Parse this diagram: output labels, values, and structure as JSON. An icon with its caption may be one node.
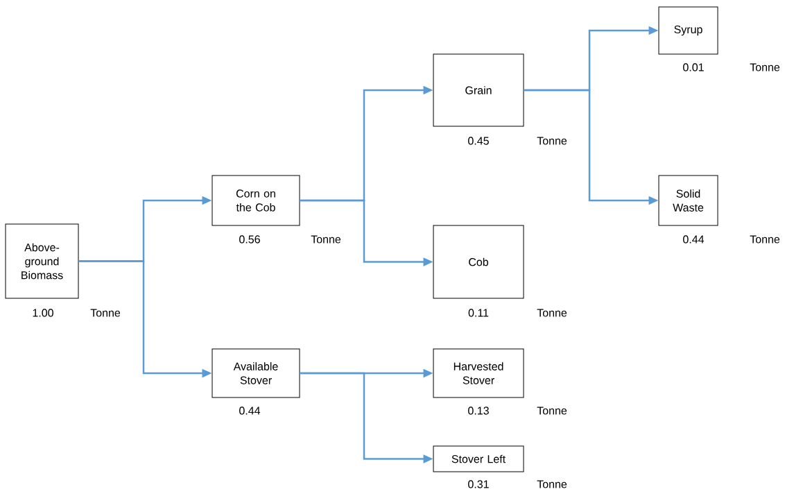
{
  "diagram": {
    "nodes": [
      {
        "text": [
          "Above-ground Biomass"
        ],
        "beside": [
          "1.00",
          "Tonne"
        ]
      },
      {
        "text": [
          "Corn on the Cob"
        ],
        "beside": [
          "0.56",
          "Tonne"
        ]
      },
      {
        "text": [
          "Available Stover"
        ],
        "beside": [
          "0.44"
        ]
      },
      {
        "text": [
          "Grain"
        ],
        "beside": [
          "0.45",
          "Tonne"
        ]
      },
      {
        "text": [
          "Cob"
        ],
        "beside": [
          "0.11",
          "Tonne"
        ]
      },
      {
        "text": [
          "Harvested Stover"
        ],
        "beside": [
          "0.13",
          "Tonne"
        ]
      },
      {
        "text": [
          "Stover Left"
        ],
        "beside": [
          "0.31",
          "Tonne"
        ]
      },
      {
        "text": [
          "Syrup"
        ],
        "beside": [
          "0.01",
          "Tonne"
        ]
      },
      {
        "text": [
          "Solid Waste"
        ],
        "beside": [
          "0.44",
          "Tonne"
        ]
      }
    ],
    "edges": [
      {
        "from": 0,
        "to": 1,
        "arrow": "to"
      },
      {
        "from": 0,
        "to": 2,
        "arrow": "to"
      },
      {
        "from": 1,
        "to": 3,
        "arrow": "to"
      },
      {
        "from": 1,
        "to": 4,
        "arrow": "to"
      },
      {
        "from": 2,
        "to": 5,
        "arrow": "to"
      },
      {
        "from": 2,
        "to": 6,
        "arrow": "to"
      },
      {
        "from": 3,
        "to": 7,
        "arrow": "to"
      },
      {
        "from": 3,
        "to": 8,
        "arrow": "to"
      }
    ]
  }
}
